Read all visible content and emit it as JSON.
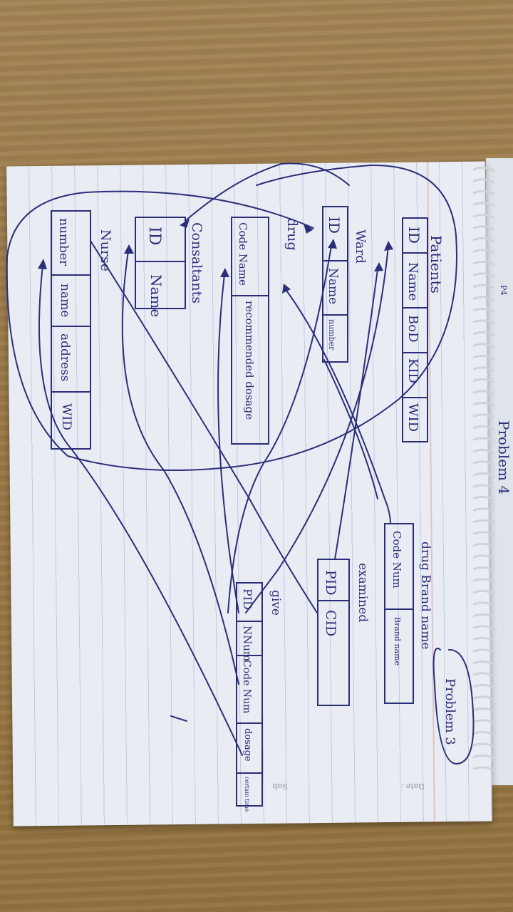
{
  "photo": {
    "subject": "",
    "notes": {
      "problem_3_label": "Problem 3",
      "problem_4_label": "Problem 4",
      "corner_mark": "P4",
      "date_label": "Date :",
      "subject_label": "Sub",
      "patients": {
        "title": "Patients",
        "fields": [
          "ID",
          "Name",
          "BoD",
          "KID",
          "WID"
        ]
      },
      "ward": {
        "title": "Ward",
        "fields": [
          "ID",
          "Name",
          "number"
        ]
      },
      "drug": {
        "title": "drug",
        "fields": [
          "Code Name",
          "recommended dosage"
        ]
      },
      "consultants": {
        "title": "Consaltants",
        "fields": [
          "ID",
          "Name"
        ]
      },
      "nurse": {
        "title": "Nurse",
        "fields": [
          "number",
          "name",
          "address",
          "WID"
        ]
      },
      "drug_brand_name": {
        "title": "drug Brand name",
        "fields": [
          "Code Num",
          "Brand name"
        ]
      },
      "examined": {
        "title": "examined",
        "fields": [
          "PID",
          "CID"
        ]
      },
      "give": {
        "title": "give",
        "fields": [
          "PID",
          "NNum",
          "Code Num",
          "dosage",
          "certain time"
        ]
      }
    }
  },
  "colors": {
    "ink": "#2b2f78",
    "paper": "#e9ecf3",
    "wood": "#9b7a49"
  }
}
